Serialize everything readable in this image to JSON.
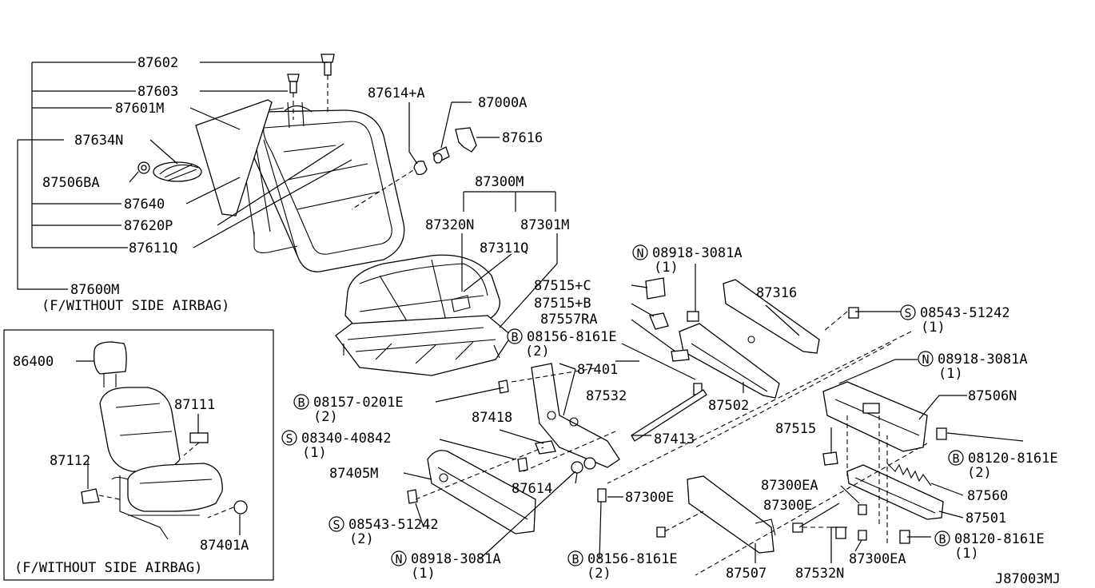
{
  "diagram_id": "J87003MJ",
  "variant_top": "(F/WITHOUT SIDE AIRBAG)",
  "variant_inset": "(F/WITHOUT SIDE AIRBAG)",
  "parts": {
    "p87602": "87602",
    "p87603": "87603",
    "p87601M": "87601M",
    "p87634N": "87634N",
    "p87506BA": "87506BA",
    "p87640": "87640",
    "p87620P": "87620P",
    "p87611Q": "87611Q",
    "p87600M": "87600M",
    "p87614A": "87614+A",
    "p87000A": "87000A",
    "p87616": "87616",
    "p87300M": "87300M",
    "p87320N": "87320N",
    "p87301M": "87301M",
    "p87311Q": "87311Q",
    "p87316": "87316",
    "p87515C": "87515+C",
    "p87515B": "87515+B",
    "p87557RA": "87557RA",
    "p87401": "87401",
    "p87532": "87532",
    "p87502": "87502",
    "p87506N": "87506N",
    "p87418": "87418",
    "p87413": "87413",
    "p87515": "87515",
    "p87405M": "87405M",
    "p87614": "87614",
    "p87300E_a": "87300E",
    "p87300EA_a": "87300EA",
    "p87300E_b": "87300E",
    "p87560": "87560",
    "p87501": "87501",
    "p87300EA_b": "87300EA",
    "p87507": "87507",
    "p87532N": "87532N",
    "p86400": "86400",
    "p87111": "87111",
    "p87112": "87112",
    "p87401A": "87401A"
  },
  "fasteners": {
    "f1": {
      "prefix": "N",
      "number": "08918-3081A",
      "qty": "(1)"
    },
    "f2": {
      "prefix": "S",
      "number": "08543-51242",
      "qty": "(1)"
    },
    "f3": {
      "prefix": "B",
      "number": "08156-8161E",
      "qty": "(2)"
    },
    "f4": {
      "prefix": "N",
      "number": "08918-3081A",
      "qty": "(1)"
    },
    "f5": {
      "prefix": "B",
      "number": "08157-0201E",
      "qty": "(2)"
    },
    "f6": {
      "prefix": "S",
      "number": "08340-40842",
      "qty": "(1)"
    },
    "f7": {
      "prefix": "B",
      "number": "08120-8161E",
      "qty": "(2)"
    },
    "f8": {
      "prefix": "S",
      "number": "08543-51242",
      "qty": "(2)"
    },
    "f9": {
      "prefix": "B",
      "number": "08120-8161E",
      "qty": "(1)"
    },
    "f10": {
      "prefix": "N",
      "number": "08918-3081A",
      "qty": "(1)"
    },
    "f11": {
      "prefix": "B",
      "number": "08156-8161E",
      "qty": "(2)"
    }
  }
}
